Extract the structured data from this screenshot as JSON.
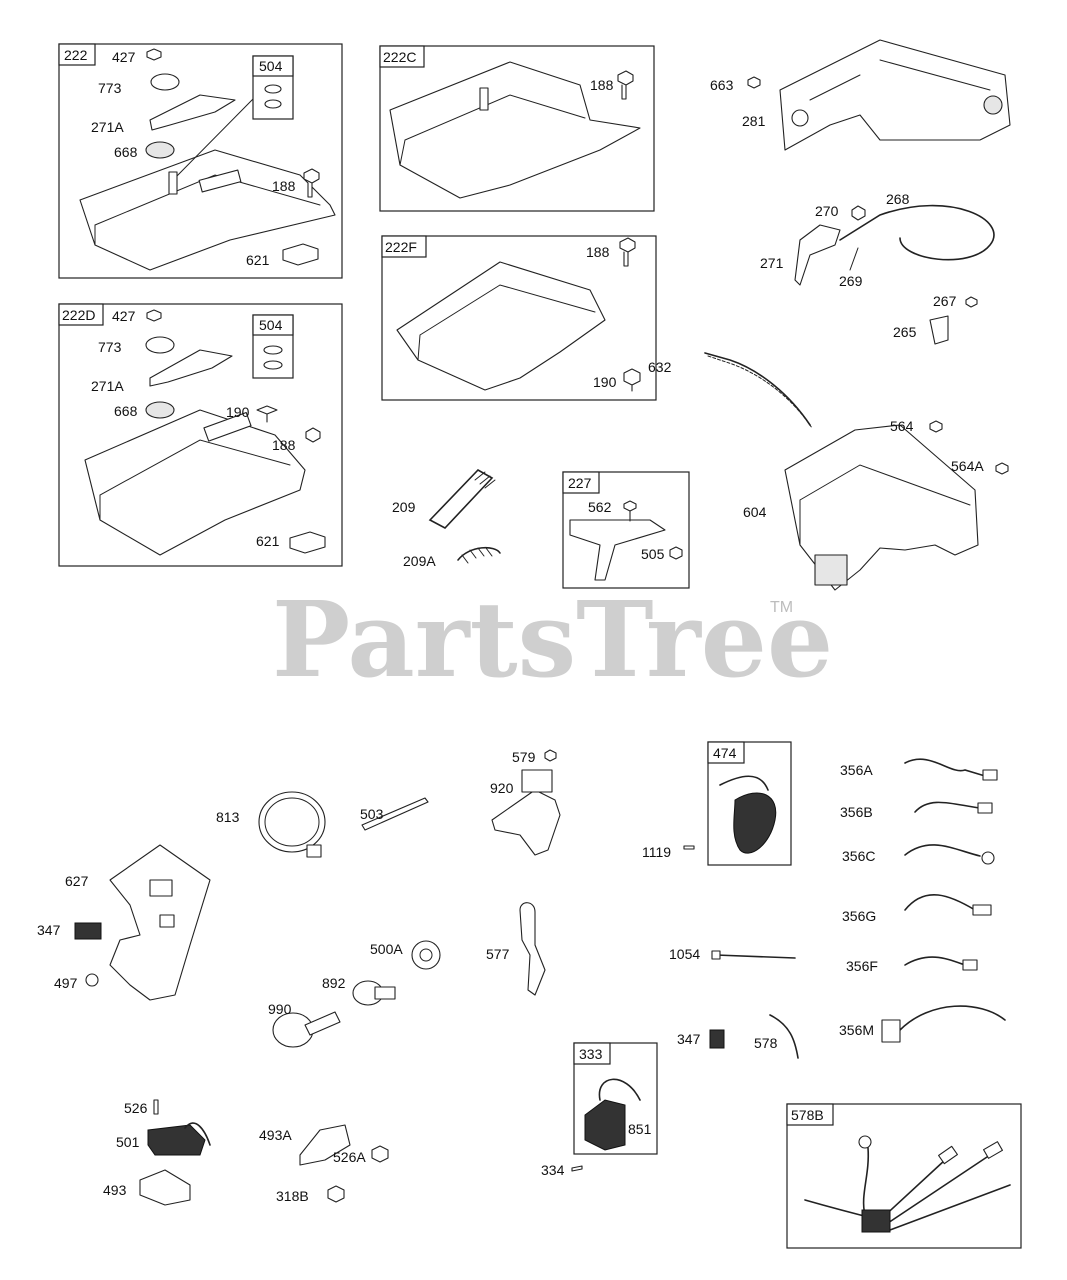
{
  "watermark": {
    "text": "PartsTree",
    "mark": "TM"
  },
  "groups": {
    "g222": {
      "tag": "222",
      "sub": "504",
      "labels": [
        "427",
        "773",
        "271A",
        "668",
        "188",
        "621"
      ]
    },
    "g222d": {
      "tag": "222D",
      "sub": "504",
      "labels": [
        "427",
        "773",
        "271A",
        "668",
        "190",
        "188",
        "621"
      ]
    },
    "g222c": {
      "tag": "222C",
      "labels": [
        "188"
      ]
    },
    "g222f": {
      "tag": "222F",
      "labels": [
        "188",
        "190"
      ]
    },
    "g227": {
      "tag": "227",
      "labels": [
        "562",
        "505"
      ]
    },
    "g474": {
      "tag": "474"
    },
    "g333": {
      "tag": "333",
      "labels": [
        "851"
      ]
    },
    "g578b": {
      "tag": "578B"
    }
  },
  "parts": {
    "p663": "663",
    "p281": "281",
    "p270": "270",
    "p268": "268",
    "p271": "271",
    "p269": "269",
    "p267": "267",
    "p265": "265",
    "p632": "632",
    "p564": "564",
    "p564a": "564A",
    "p604": "604",
    "p209": "209",
    "p209a": "209A",
    "p813": "813",
    "p503": "503",
    "p579": "579",
    "p920": "920",
    "p1119": "1119",
    "p356a": "356A",
    "p356b": "356B",
    "p356c": "356C",
    "p356g": "356G",
    "p356f": "356F",
    "p356m": "356M",
    "p627": "627",
    "p347a": "347",
    "p497": "497",
    "p500a": "500A",
    "p892": "892",
    "p990": "990",
    "p577": "577",
    "p1054": "1054",
    "p347b": "347",
    "p578": "578",
    "p526": "526",
    "p501": "501",
    "p493": "493",
    "p493a": "493A",
    "p526a": "526A",
    "p318b": "318B",
    "p334": "334"
  }
}
